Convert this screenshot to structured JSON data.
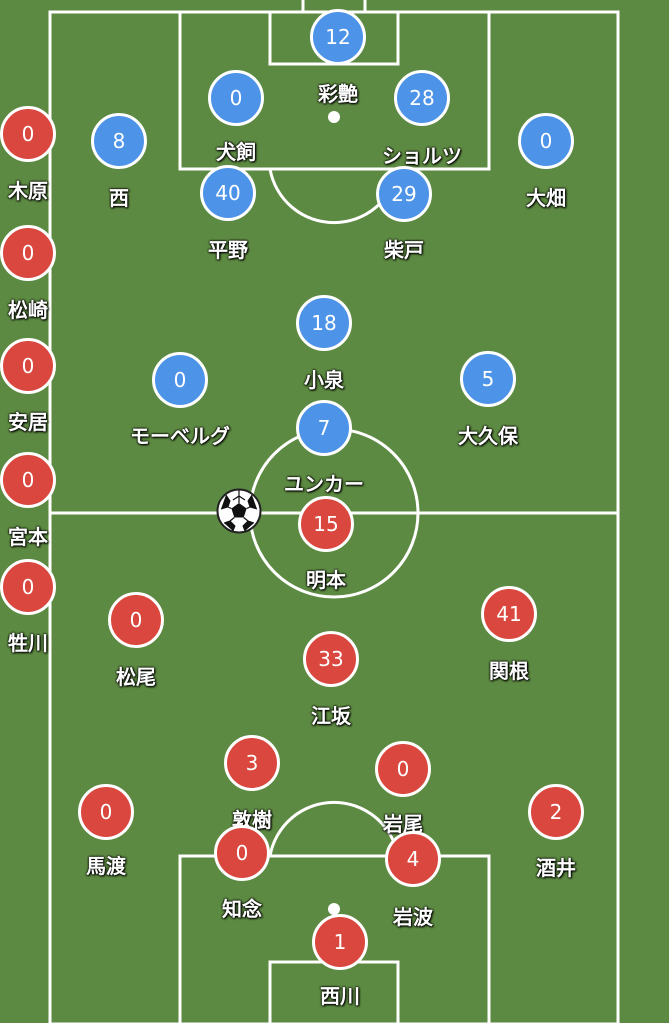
{
  "colors": {
    "home": "#d9473e",
    "away": "#4d94e8",
    "pitch": "#5d8a42",
    "lines": "#ffffff"
  },
  "away_team": [
    {
      "number": "12",
      "name": "彩艶"
    },
    {
      "number": "0",
      "name": "犬飼"
    },
    {
      "number": "28",
      "name": "ショルツ"
    },
    {
      "number": "8",
      "name": "西"
    },
    {
      "number": "0",
      "name": "大畑"
    },
    {
      "number": "40",
      "name": "平野"
    },
    {
      "number": "29",
      "name": "柴戸"
    },
    {
      "number": "18",
      "name": "小泉"
    },
    {
      "number": "0",
      "name": "モーベルグ"
    },
    {
      "number": "5",
      "name": "大久保"
    },
    {
      "number": "7",
      "name": "ユンカー"
    }
  ],
  "home_team": [
    {
      "number": "15",
      "name": "明本"
    },
    {
      "number": "0",
      "name": "松尾"
    },
    {
      "number": "41",
      "name": "関根"
    },
    {
      "number": "33",
      "name": "江坂"
    },
    {
      "number": "3",
      "name": "敦樹"
    },
    {
      "number": "0",
      "name": "岩尾"
    },
    {
      "number": "0",
      "name": "馬渡"
    },
    {
      "number": "2",
      "name": "酒井"
    },
    {
      "number": "0",
      "name": "知念"
    },
    {
      "number": "4",
      "name": "岩波"
    },
    {
      "number": "1",
      "name": "西川"
    }
  ],
  "substitutes": [
    {
      "number": "0",
      "name": "木原"
    },
    {
      "number": "0",
      "name": "松崎"
    },
    {
      "number": "0",
      "name": "安居"
    },
    {
      "number": "0",
      "name": "宮本"
    },
    {
      "number": "0",
      "name": "牲川"
    }
  ],
  "ball_icon": "soccer-ball-icon"
}
